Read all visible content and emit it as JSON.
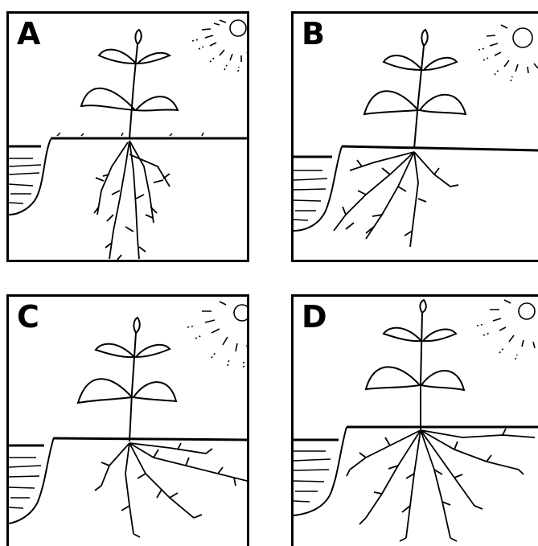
{
  "panels": [
    {
      "id": "a",
      "label": "A"
    },
    {
      "id": "b",
      "label": "B"
    },
    {
      "id": "c",
      "label": "C"
    },
    {
      "id": "d",
      "label": "D"
    }
  ],
  "colors": {
    "ink": "#000000",
    "background": "#ffffff"
  }
}
